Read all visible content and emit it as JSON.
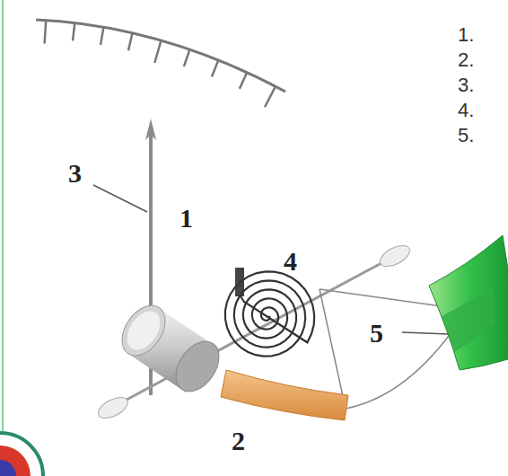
{
  "diagram": {
    "labels": [
      "1.",
      "2.",
      "3.",
      "4.",
      "5.",
      "3",
      "1",
      "4",
      "5",
      "2"
    ]
  }
}
